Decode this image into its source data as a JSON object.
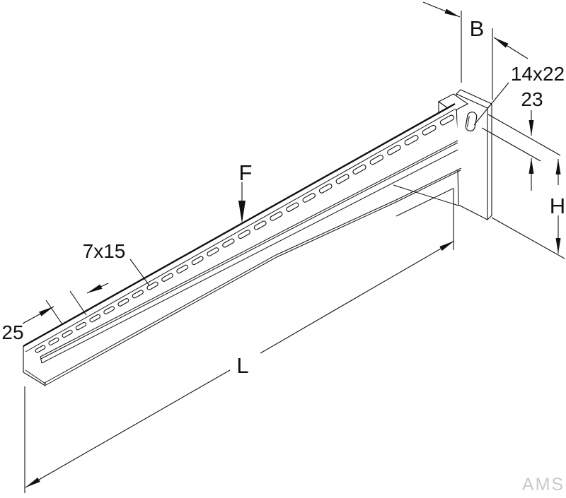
{
  "drawing": {
    "type": "technical-dimension-drawing",
    "subject": "perforated cantilever wall bracket (C-profile arm with head plate)",
    "labels": {
      "plate_width": "B",
      "wall_slot_size": "14x22",
      "slot_top_offset": "23",
      "plate_height": "H",
      "force": "F",
      "arm_slot_size": "7x15",
      "slot_pitch": "25",
      "arm_length": "L"
    },
    "watermark": "AMS",
    "colors": {
      "line": "#111111",
      "watermark": "#c9c9c9",
      "background": "#ffffff"
    },
    "perforation": {
      "slot_count": 27
    }
  }
}
